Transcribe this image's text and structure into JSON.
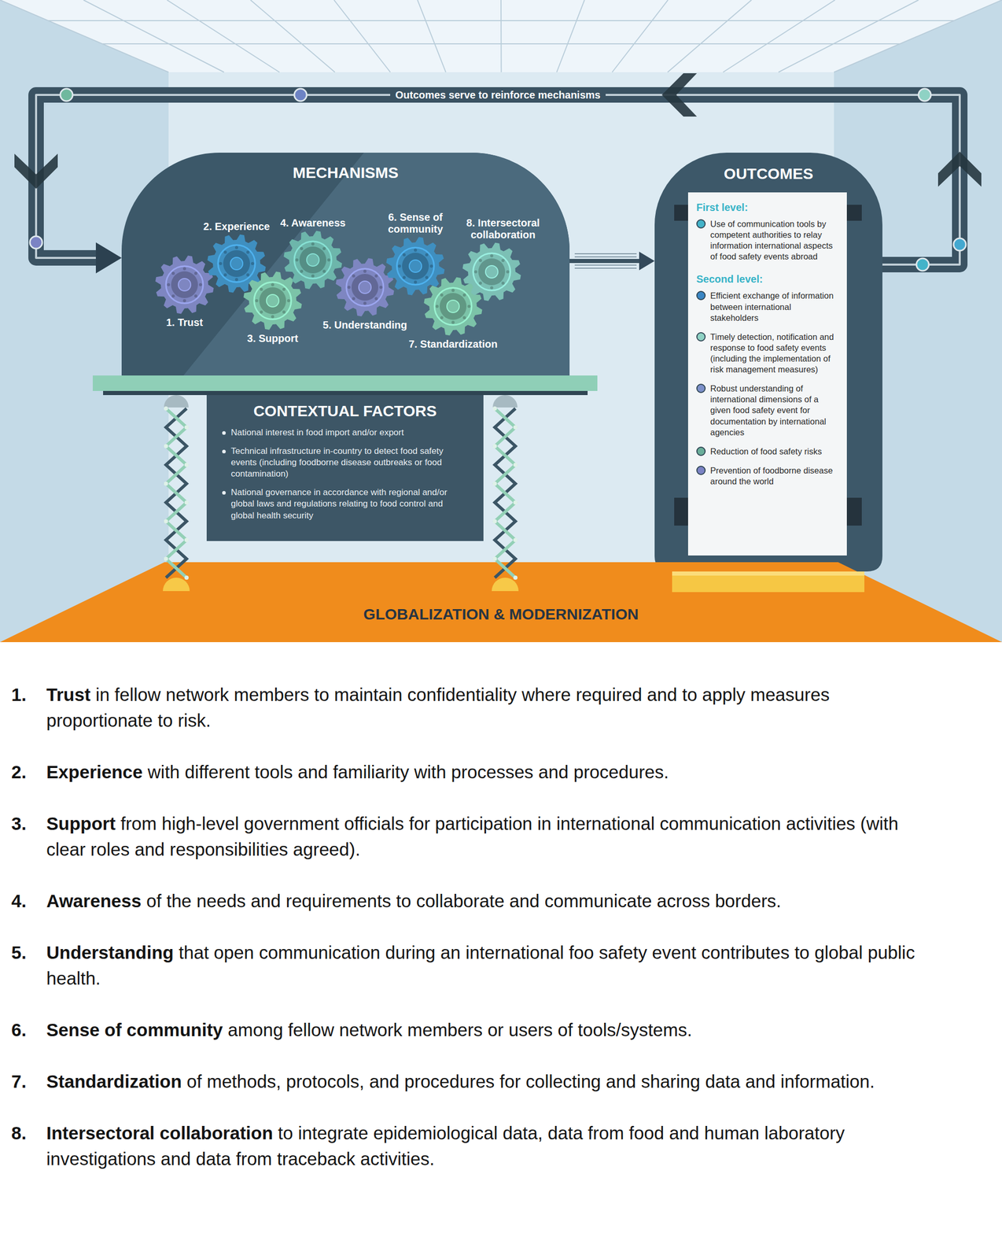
{
  "diagram": {
    "nodes": [
      {
        "text": [
          "MECHANISMS"
        ]
      },
      {
        "text": [
          "1. Trust"
        ],
        "in": 0
      },
      {
        "text": [
          "2. Experience"
        ],
        "in": 0
      },
      {
        "text": [
          "3. Support"
        ],
        "in": 0
      },
      {
        "text": [
          "4. Awareness"
        ],
        "in": 0
      },
      {
        "text": [
          "5. Understanding"
        ],
        "in": 0
      },
      {
        "text": [
          "6. Sense of community"
        ],
        "in": 0
      },
      {
        "text": [
          "7. Standardization"
        ],
        "in": 0
      },
      {
        "text": [
          "8. Intersectoral collaboration"
        ],
        "in": 0
      },
      {
        "text": [
          "CONTEXTUAL FACTORS",
          "National interest in food import and/or export",
          "Technical infrastructure in-country to detect food safety events (including foodborne disease outbreaks or food contamination)",
          "National governance in accordance with regional and/or global laws and regulations relating to food control and global health security"
        ]
      },
      {
        "text": [
          "OUTCOMES",
          "First level:",
          "Use of communication tools by competent authorities to relay information international aspects of food safety events abroad",
          "Second level:",
          "Efficient exchange of information between international stakeholders",
          "Timely detection, notification and response to food safety events (including the implementation of risk management measures)",
          "Robust understanding of international dimensions of a given food safety event for documentation by international agencies",
          "Reduction of food safety risks",
          "Prevention of foodborne disease around the world"
        ]
      },
      {
        "text": [
          "GLOBALIZATION & MODERNIZATION"
        ]
      }
    ],
    "edges": [
      {
        "from": 10,
        "to": 0,
        "arrow": "to",
        "label": "Outcomes serve to reinforce mechanisms"
      },
      {
        "from": 0,
        "to": 10,
        "arrow": "to"
      }
    ],
    "labels": [
      "1.",
      "Trust",
      "in fellow network members to maintain confidentiality where required and to apply measures proportionate to risk.",
      "2.",
      "Experience",
      "with different tools and familiarity with processes and procedures.",
      "3.",
      "Support",
      "from high-level government officials for participation in international communication activities (with clear roles and responsibilities agreed).",
      "4.",
      "Awareness",
      "of the needs and requirements to collaborate and communicate across borders.",
      "5.",
      "Understanding",
      "that open communication during an international foo safety event contributes to global public health.",
      "6.",
      "Sense of community",
      "among fellow network members or users of tools/systems.",
      "7.",
      "Standardization",
      "of methods, protocols, and procedures for collecting and sharing data and information.",
      "8.",
      "Intersectoral collaboration",
      "to integrate epidemiological data, data from food and human laboratory investigations and data from traceback activities."
    ]
  }
}
